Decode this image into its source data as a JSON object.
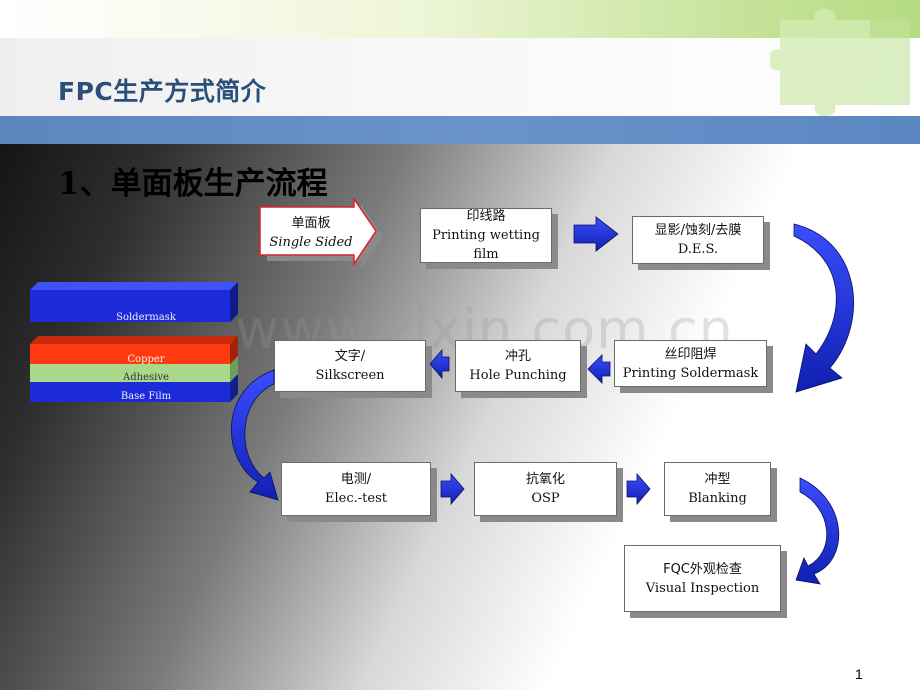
{
  "header": {
    "title": "FPC生产方式简介"
  },
  "section": {
    "title": "1、单面板生产流程"
  },
  "watermark": "www.zixin.com.cn",
  "layers": [
    "Soldermask",
    "Copper",
    "Adhesive",
    "Base Film"
  ],
  "flow": {
    "start": {
      "l1": "单面板",
      "l2": "Single Sided"
    },
    "steps": [
      {
        "l1": "印线路",
        "l2": "Printing wetting film"
      },
      {
        "l1": "显影/蚀刻/去膜",
        "l2": "D.E.S."
      },
      {
        "l1": "丝印阻焊",
        "l2": "Printing Soldermask"
      },
      {
        "l1": "冲孔",
        "l2": "Hole Punching"
      },
      {
        "l1": "文字/",
        "l2": "Silkscreen"
      },
      {
        "l1": "电测/",
        "l2": "Elec.-test"
      },
      {
        "l1": "抗氧化",
        "l2": "OSP"
      },
      {
        "l1": "冲型",
        "l2": "Blanking"
      },
      {
        "l1": "FQC外观检查",
        "l2": "Visual Inspection"
      }
    ]
  },
  "footer": {
    "page_number": "1"
  },
  "colors": {
    "title": "#2b4f7d",
    "arrow": "#1a2fd6",
    "strip": "#5d86bf"
  }
}
